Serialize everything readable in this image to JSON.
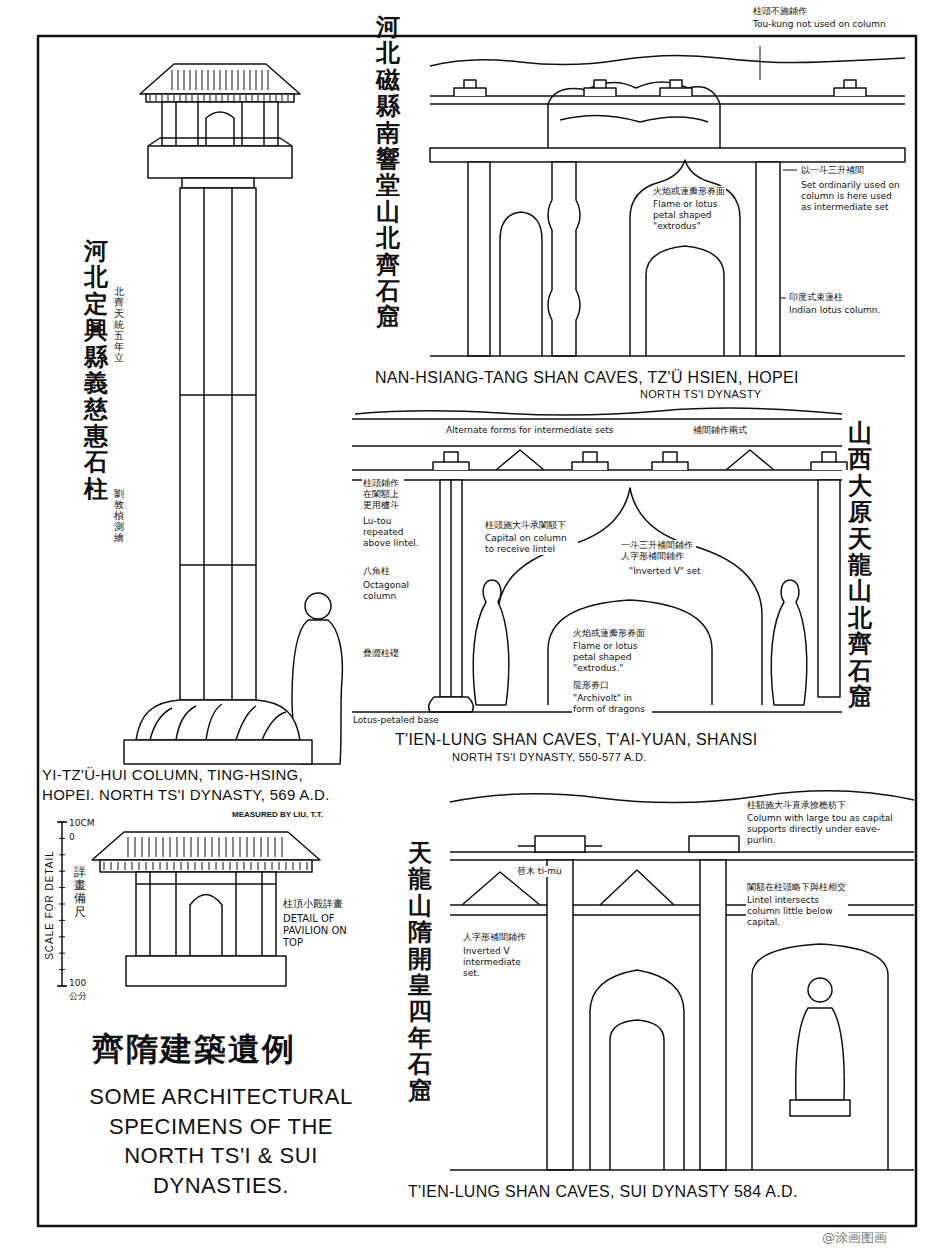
{
  "diagram": {
    "title": "齊隋建築遺例",
    "caption": "SOME ARCHITECTURAL SPECIMENS OF THE NORTH TS'I & SUI DYNASTIES.",
    "labels": [
      "河北定興縣義慈惠石柱",
      "北齊天統五年立",
      "劉敦楨測繪",
      "YI-TZ'Ü-HUI COLUMN, TING-HSING,",
      "HOPEI. NORTH TS'I DYNASTY, 569 A.D.",
      "MEASURED BY LIU, T.T.",
      "10CM",
      "0",
      "100",
      "公分",
      "SCALE FOR DETAIL",
      "詳畫備尺",
      "柱頂小殿詳畫",
      "DETAIL OF PAVILION ON TOP",
      "河北磁縣南響堂山北齊石窟",
      "柱頭不施鋪作",
      "Tou-kung not used on column",
      "以一斗三升補間",
      "Set ordinarily used on column is here used as intermediate set",
      "火焰或蓮瓣形券面",
      "Flame or lotus petal shaped \"extrodus\"",
      "印度式束蓮柱",
      "Indian lotus column.",
      "NAN-HSIANG-TANG SHAN CAVES, TZ'Ü HSIEN, HOPEI",
      "NORTH TS'I DYNASTY",
      "山西大原天龍山北齊石窟",
      "Alternate forms for intermediate sets",
      "補間鋪作兩式",
      "柱頭鋪作在闌額上更用櫨斗",
      "Lu-tou repeated above lintel.",
      "八角柱",
      "Octagonal column",
      "疊澀柱礎",
      "Lotus-petaled base",
      "柱頭施大斗承闌額下",
      "Capital on column to receive lintel",
      "一斗三升補間鋪作人字形補間鋪作",
      "\"Inverted V\" set",
      "火焰或蓮瓣形券面",
      "Flame or lotus petal shaped \"extrodus.\"",
      "龍形券口",
      "\"Archivolt\" in form of dragons",
      "T'IEN-LUNG SHAN CAVES, T'AI-YUAN, SHANSI",
      "NORTH TS'I DYNASTY, 550-577 A.D.",
      "天龍山隋開皇四年石窟",
      "替木 ti-mu",
      "柱額施大斗直承撩檐枋下",
      "Column with large tou as capital supports directly under eave-purlin.",
      "闌額在柱頭略下與柱相交",
      "Lintel intersects column little below capital.",
      "人字形補間鋪作",
      "Inverted V intermediate set.",
      "T'IEN-LUNG SHAN CAVES, SUI DYNASTY 584 A.D.",
      "@涂画图画"
    ]
  }
}
